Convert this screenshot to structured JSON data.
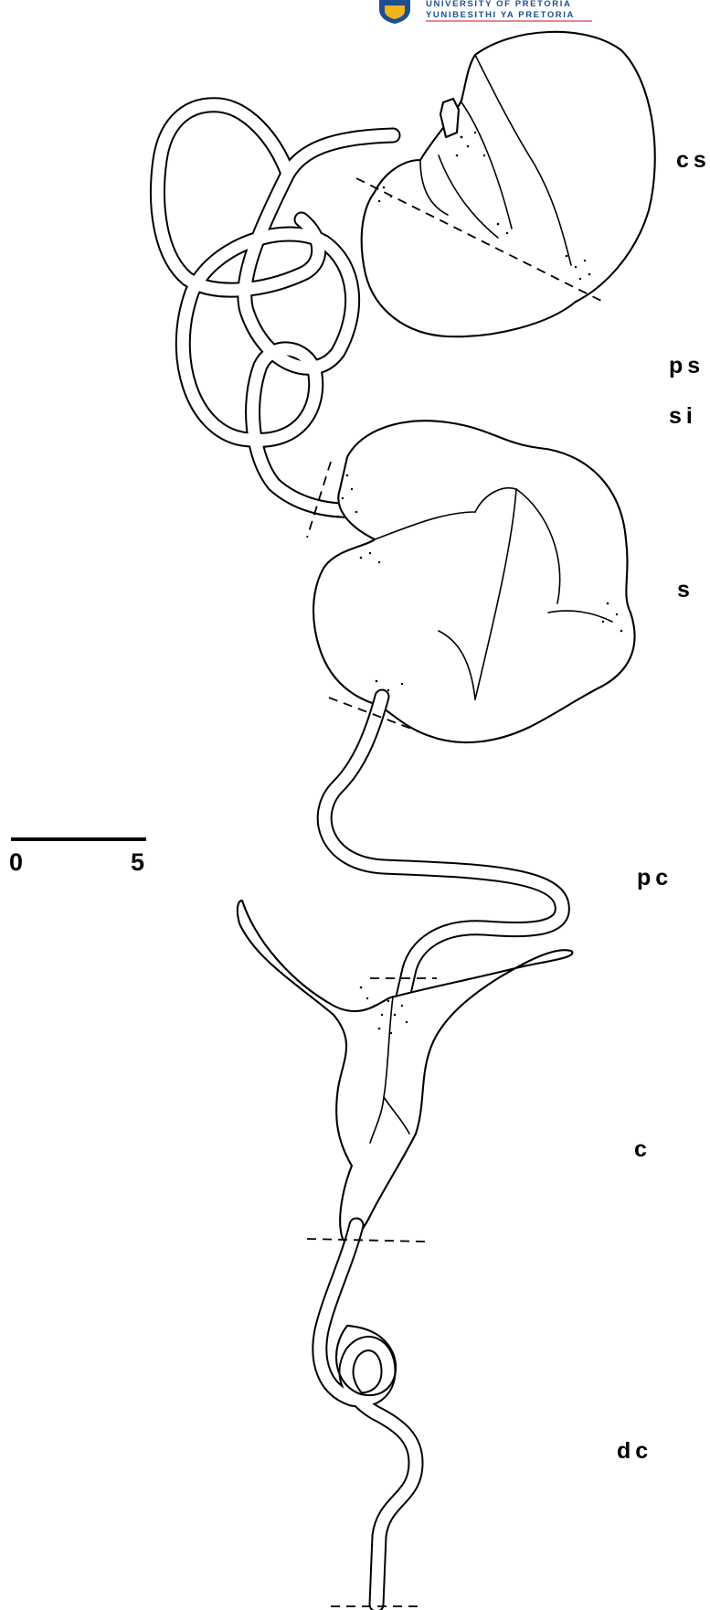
{
  "logo": {
    "line1": "UNIVERSITY OF PRETORIA",
    "line2": "YUNIBESITHI YA PRETORIA"
  },
  "scale_bar": {
    "start": "0",
    "end": "5"
  },
  "labels": {
    "cs": "cs",
    "ps": "ps",
    "si": "si",
    "s": "s",
    "pc": "pc",
    "c": "c",
    "dc": "dc"
  }
}
